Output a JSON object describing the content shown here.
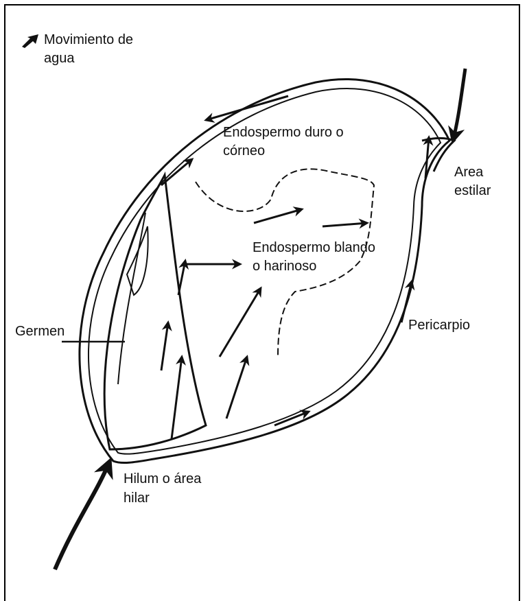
{
  "legend": {
    "icon": "water-movement-arrow-icon",
    "text_line1": "Movimiento de",
    "text_line2": "agua"
  },
  "labels": {
    "endospermo_duro_1": "Endospermo duro o",
    "endospermo_duro_2": "córneo",
    "area_estilar_1": "Area",
    "area_estilar_2": "estilar",
    "endospermo_blando_1": "Endospermo blando",
    "endospermo_blando_2": "o harinoso",
    "germen": "Germen",
    "pericarpio": "Pericarpio",
    "hilum_1": "Hilum o área",
    "hilum_2": "hilar"
  },
  "colors": {
    "ink": "#111111",
    "background": "#ffffff"
  }
}
